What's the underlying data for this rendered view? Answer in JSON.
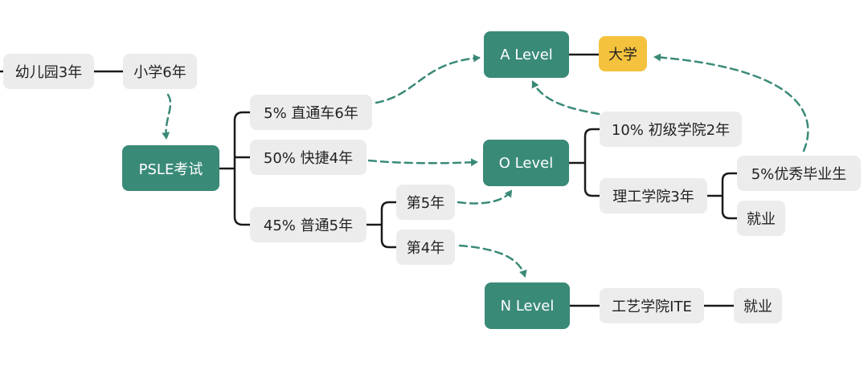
{
  "colors": {
    "teal_node": "#3a8a78",
    "gold_node": "#f4c23d",
    "gray_node": "#ececec",
    "connector": "#1a1a1a",
    "dashed_arrow": "#3a8a78"
  },
  "nodes": {
    "kindergarten": "幼儿园3年",
    "primary": "小学6年",
    "psle": "PSLE考试",
    "direct": "5% 直通车6年",
    "express": "50% 快捷4年",
    "normal": "45% 普通5年",
    "year5": "第5年",
    "year4": "第4年",
    "a_level": "A Level",
    "university": "大学",
    "o_level": "O Level",
    "junior_college": "10% 初级学院2年",
    "polytechnic": "理工学院3年",
    "excellent_grad": "5%优秀毕业生",
    "employment_poly": "就业",
    "n_level": "N Level",
    "ite": "工艺学院ITE",
    "employment_ite": "就业"
  }
}
